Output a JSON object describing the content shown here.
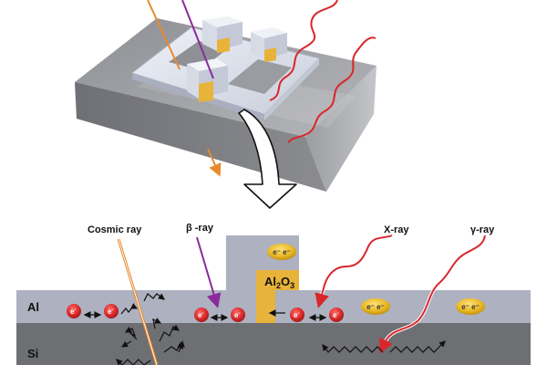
{
  "figure": {
    "top_panel": {
      "description": "3D perspective of a superconducting qubit device on a silicon substrate",
      "incoming_radiation": [
        "cosmic ray",
        "beta ray",
        "X-ray",
        "gamma ray"
      ]
    },
    "bottom_panel": {
      "layer_labels": {
        "aluminum": "Al",
        "silicon": "Si",
        "oxide": "Al",
        "oxide_sub2": "2",
        "oxide_O": "O",
        "oxide_sub3": "3"
      },
      "ray_labels": {
        "cosmic": "Cosmic ray",
        "beta": "β -ray",
        "xray": "X-ray",
        "gamma": "γ-ray"
      },
      "electron_label": "e",
      "electron_sup": "-",
      "cooper_pair_label": "e⁻ e⁻"
    },
    "colors": {
      "aluminum": "#adb1c0",
      "silicon": "#6e6f73",
      "oxide": "#e8b33a",
      "electron": "#d92b2b",
      "cooper_pair": "#e9b824",
      "cosmic_ray": "#e8892c",
      "beta_ray": "#8a2a9c",
      "xray_gamma": "#d9262a",
      "phonon": "#111111"
    }
  }
}
